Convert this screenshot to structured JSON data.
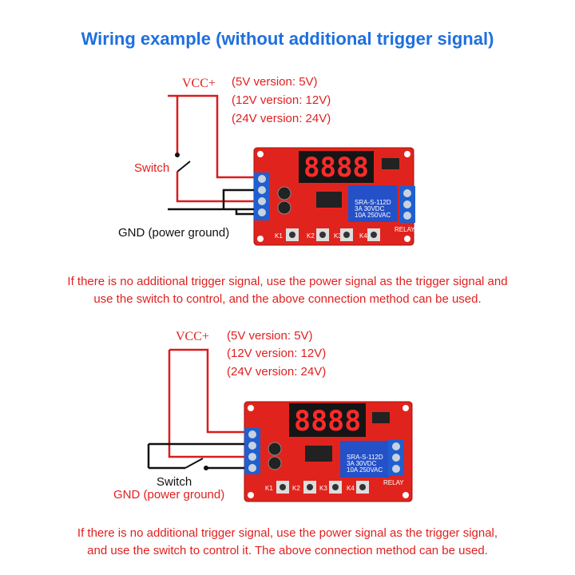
{
  "title": "Wiring example (without additional trigger signal)",
  "diagram1": {
    "vcc_label": "VCC+",
    "versions": [
      "(5V version: 5V)",
      "(12V version: 12V)",
      "(24V version: 24V)"
    ],
    "switch_label": "Switch",
    "gnd_label": "GND (power ground)",
    "note_line1": "If there is no additional trigger signal, use the power signal as the trigger signal and",
    "note_line2": "use the switch to control, and the above connection method can be used."
  },
  "diagram2": {
    "vcc_label": "VCC+",
    "versions": [
      "(5V version: 5V)",
      "(12V version: 12V)",
      "(24V version: 24V)"
    ],
    "switch_label": "Switch",
    "gnd_label": "GND (power ground)",
    "note_line1": "If there is no additional trigger signal, use the power signal as the trigger signal,",
    "note_line2": "and use the switch to control it. The above connection method can be used."
  },
  "board": {
    "buttons": [
      "K1",
      "K2",
      "K3",
      "K4"
    ],
    "relay_label": "RELAY",
    "relay_text": [
      "SRA-S-112D",
      "3A 30VDC",
      "10A 250VAC"
    ]
  },
  "colors": {
    "title": "#1e6fe0",
    "annotation": "#e02020",
    "pcb": "#e0241d",
    "terminal": "#1f5fcf",
    "wire_red": "#d91c1c",
    "wire_black": "#111111"
  }
}
